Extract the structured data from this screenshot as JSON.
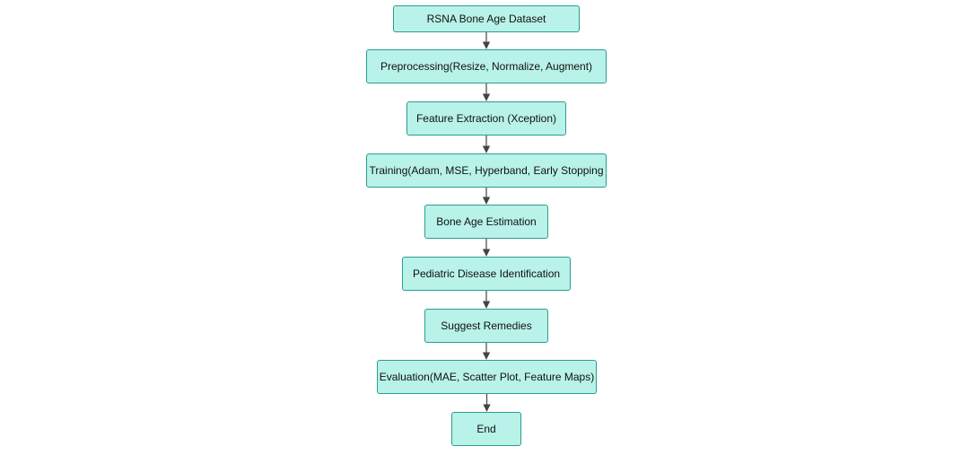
{
  "colors": {
    "node_fill": "#b8f2e9",
    "node_border": "#2a9d8f",
    "edge": "#444444",
    "text": "#111111"
  },
  "flowchart": {
    "nodes": [
      {
        "label": "RSNA Bone Age Dataset"
      },
      {
        "label": "Preprocessing(Resize, Normalize, Augment)"
      },
      {
        "label": "Feature Extraction (Xception)"
      },
      {
        "label": "Training(Adam, MSE, Hyperband, Early Stopping"
      },
      {
        "label": "Bone Age Estimation"
      },
      {
        "label": "Pediatric Disease Identification"
      },
      {
        "label": "Suggest Remedies"
      },
      {
        "label": "Evaluation(MAE, Scatter Plot, Feature Maps)"
      },
      {
        "label": "End"
      }
    ],
    "edges": [
      {
        "from": 0,
        "to": 1
      },
      {
        "from": 1,
        "to": 2
      },
      {
        "from": 2,
        "to": 3
      },
      {
        "from": 3,
        "to": 4
      },
      {
        "from": 4,
        "to": 5
      },
      {
        "from": 5,
        "to": 6
      },
      {
        "from": 6,
        "to": 7
      },
      {
        "from": 7,
        "to": 8
      }
    ]
  }
}
